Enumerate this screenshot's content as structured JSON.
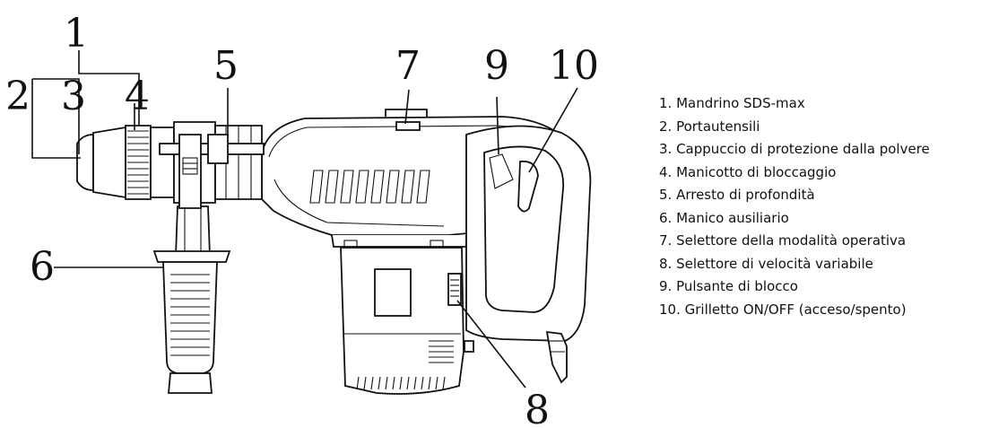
{
  "callouts": [
    "1",
    "2",
    "3",
    "4",
    "5",
    "6",
    "7",
    "8",
    "9",
    "10"
  ],
  "legend": [
    "1. Mandrino SDS-max",
    "2. Portautensili",
    "3. Cappuccio di protezione dalla polvere",
    "4. Manicotto di bloccaggio",
    "5. Arresto di profondità",
    "6. Manico ausiliario",
    "7. Selettore della modalità operativa",
    "8. Selettore di velocità variabile",
    "9. Pulsante di blocco",
    "10. Grilletto ON/OFF (acceso/spento)"
  ]
}
